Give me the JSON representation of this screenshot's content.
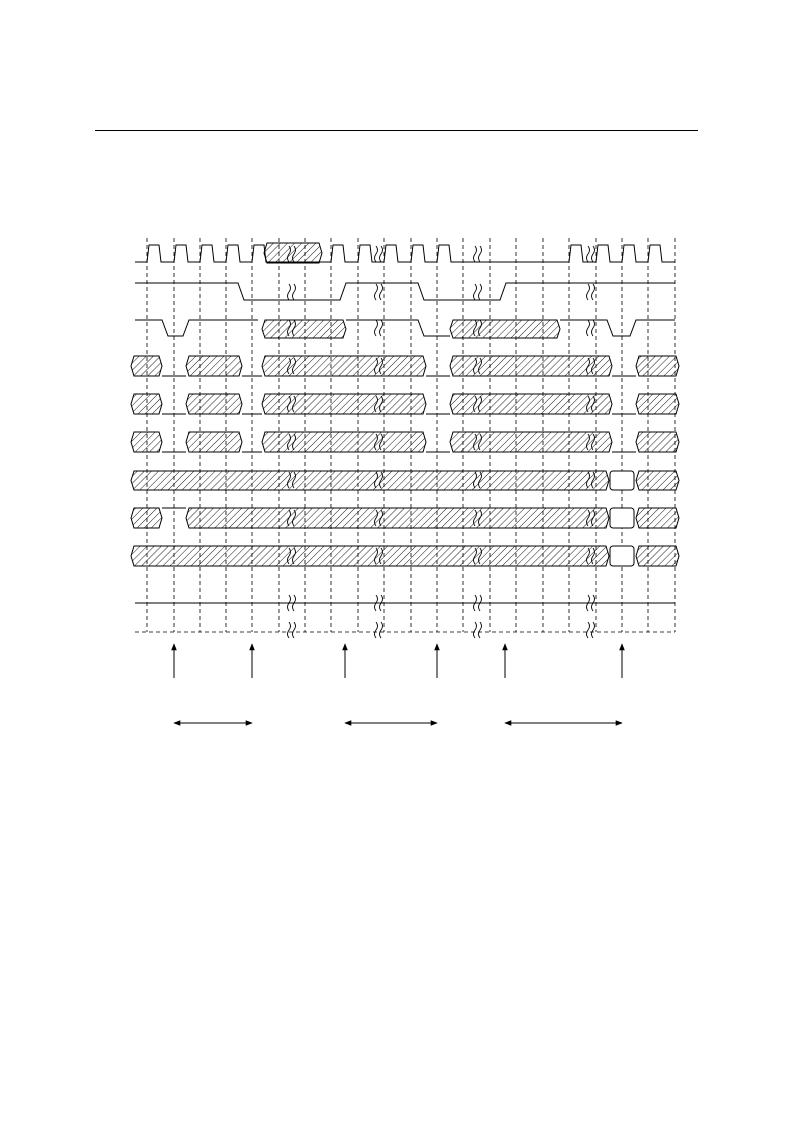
{
  "diagram": {
    "type": "timing-diagram",
    "signals": [
      {
        "row": 1,
        "kind": "clock",
        "text": ""
      },
      {
        "row": 2,
        "kind": "pulse-low",
        "text": ""
      },
      {
        "row": 3,
        "kind": "pulse-low-with-data",
        "text": ""
      },
      {
        "row": 4,
        "kind": "bus",
        "text": ""
      },
      {
        "row": 5,
        "kind": "bus",
        "text": ""
      },
      {
        "row": 6,
        "kind": "bus",
        "text": ""
      },
      {
        "row": 7,
        "kind": "bus-with-valid-window",
        "text": ""
      },
      {
        "row": 8,
        "kind": "bus-with-valid-window",
        "text": ""
      },
      {
        "row": 9,
        "kind": "bus-with-valid-window",
        "text": ""
      },
      {
        "row": 10,
        "kind": "static-line",
        "text": ""
      },
      {
        "row": 11,
        "kind": "static-line",
        "text": ""
      }
    ],
    "markers": [
      {
        "kind": "arrow-up",
        "text": ""
      },
      {
        "kind": "arrow-up",
        "text": ""
      },
      {
        "kind": "arrow-up",
        "text": ""
      },
      {
        "kind": "arrow-up",
        "text": ""
      },
      {
        "kind": "arrow-up",
        "text": ""
      },
      {
        "kind": "arrow-up",
        "text": ""
      }
    ],
    "spans": [
      {
        "kind": "double-arrow",
        "text": ""
      },
      {
        "kind": "double-arrow",
        "text": ""
      },
      {
        "kind": "double-arrow",
        "text": ""
      }
    ],
    "style": {
      "line": "#000000",
      "hatch": "#000000",
      "background": "#ffffff",
      "grid": "dashed"
    }
  }
}
